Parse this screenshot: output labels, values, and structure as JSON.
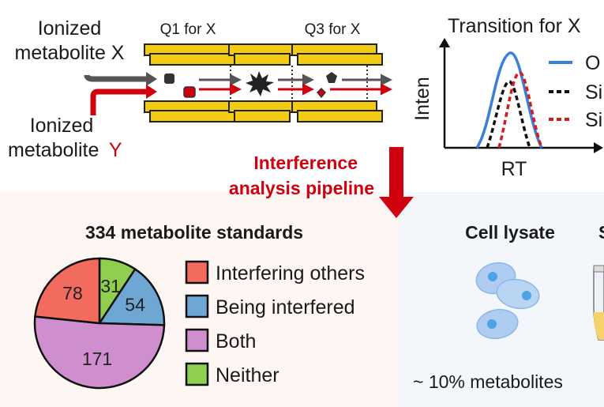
{
  "ms_schematic": {
    "label_x_line1": "Ionized",
    "label_x_line2": "metabolite X",
    "label_y_line1": "Ionized",
    "label_y_line2": "metabolite",
    "label_y_suffix": "Y",
    "q1_label": "Q1 for X",
    "q3_label": "Q3 for X"
  },
  "transition_panel": {
    "title": "Transition for X",
    "ylabel": "Inten",
    "xlabel": "RT",
    "legend": [
      "O",
      "Si",
      "Si"
    ]
  },
  "pipeline": {
    "line1": "Interference",
    "line2": "analysis pipeline"
  },
  "standards": {
    "title": "334 metabolite standards",
    "legend": [
      {
        "label": "Interfering others",
        "color": "#f36b5f"
      },
      {
        "label": "Being interfered",
        "color": "#6fa7d4"
      },
      {
        "label": "Both",
        "color": "#cf8fcf"
      },
      {
        "label": "Neither",
        "color": "#8fce4f"
      }
    ]
  },
  "cell_lysate": {
    "title": "Cell lysate",
    "caption": "~ 10% metabolites",
    "partial_title": "S"
  },
  "colors": {
    "accent_red": "#d0000f",
    "quad_yellow": "#f2cc12",
    "left_bg": "#fdf6f3",
    "right_bg": "#f3f6fb"
  },
  "chart_data": {
    "type": "pie",
    "title": "334 metabolite standards",
    "categories": [
      "Interfering others",
      "Being interfered",
      "Both",
      "Neither"
    ],
    "values": [
      78,
      54,
      171,
      31
    ],
    "colors": [
      "#f36b5f",
      "#6fa7d4",
      "#cf8fcf",
      "#8fce4f"
    ]
  }
}
